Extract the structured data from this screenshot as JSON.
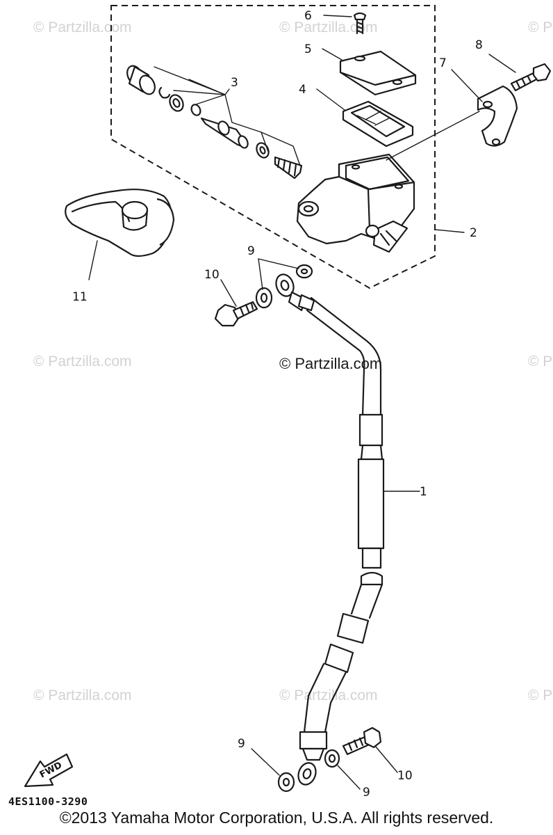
{
  "watermarks": {
    "faint": "© Partzilla.com",
    "main": "© Partzilla.com"
  },
  "callouts": {
    "c1": "1",
    "c2": "2",
    "c3": "3",
    "c4": "4",
    "c5": "5",
    "c6": "6",
    "c7": "7",
    "c8": "8",
    "c9_top": "9",
    "c10_top": "10",
    "c11": "11",
    "c9_bottom_left": "9",
    "c9_bottom_right": "9",
    "c10_bottom": "10"
  },
  "fwd_label": "FWD",
  "catalog_code": "4ES1100-3290",
  "copyright": "©2013  Yamaha Motor Corporation, U.S.A. All rights reserved."
}
